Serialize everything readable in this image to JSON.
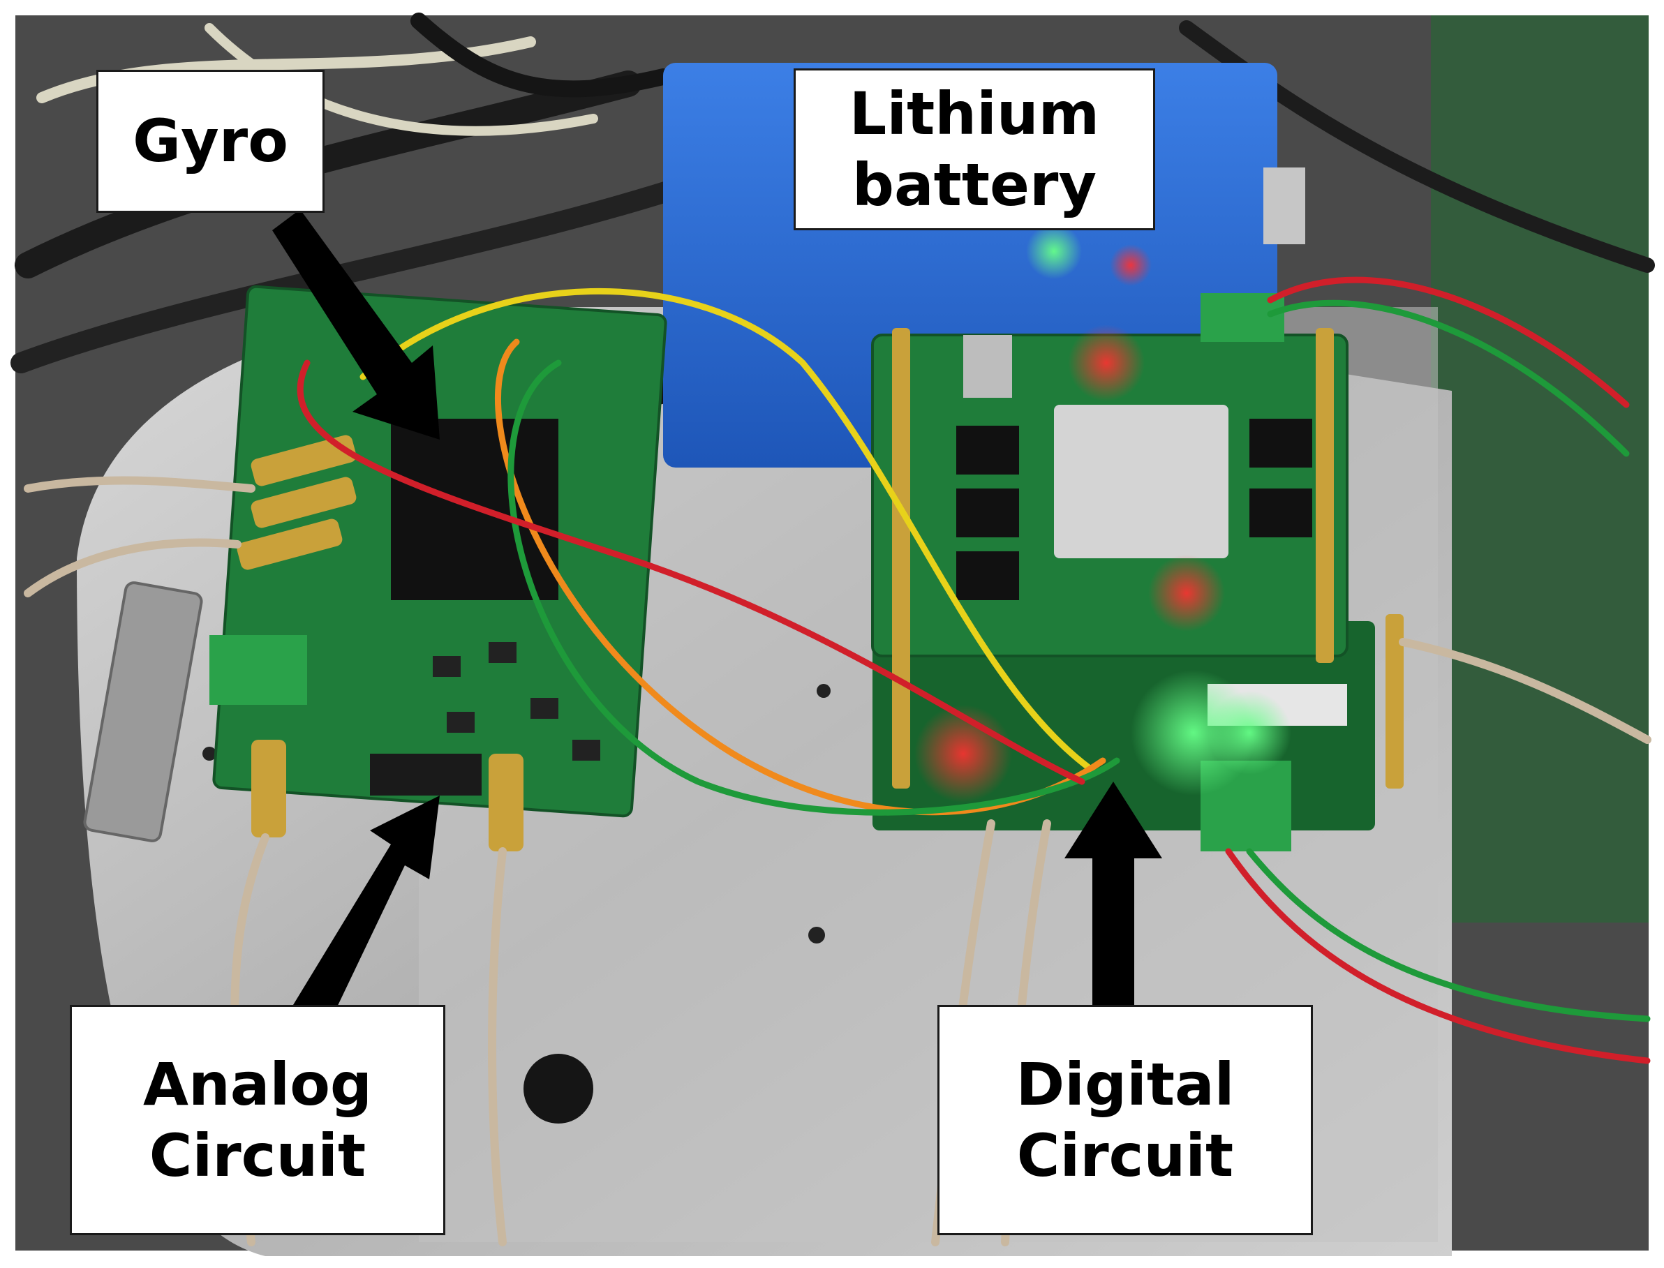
{
  "figure": {
    "labels": {
      "gyro": {
        "lines": [
          "Gyro"
        ]
      },
      "battery": {
        "lines": [
          "Lithium",
          "battery"
        ]
      },
      "analog": {
        "lines": [
          "Analog",
          "Circuit"
        ]
      },
      "digital": {
        "lines": [
          "Digital",
          "Circuit"
        ]
      }
    },
    "colors": {
      "background": "#4a4a4a",
      "plate": "#b9b9b9",
      "battery": "#2f6fd6",
      "pcb": "#1f7d3a",
      "chip": "#111111",
      "processor": "#d4d4d4",
      "led_red": "#ff2a2a",
      "led_green": "#33ff66",
      "wire_red": "#d11f2a",
      "wire_yellow": "#e8d21a",
      "wire_orange": "#f08a1c",
      "wire_green": "#1e9a3a",
      "coax": "#c9b8a0",
      "sma_gold": "#c9a13a",
      "arrow": "#000000"
    }
  }
}
